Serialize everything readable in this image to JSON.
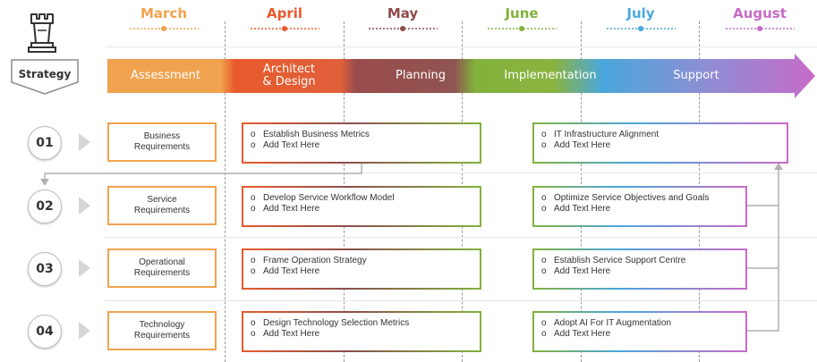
{
  "months": [
    {
      "label": "March",
      "color": "#f0a24f"
    },
    {
      "label": "April",
      "color": "#e85a2c"
    },
    {
      "label": "May",
      "color": "#8f4a4a"
    },
    {
      "label": "June",
      "color": "#82b23c"
    },
    {
      "label": "July",
      "color": "#4aa7dc"
    },
    {
      "label": "August",
      "color": "#c76bc8"
    }
  ],
  "strategy": {
    "label": "Strategy"
  },
  "phases": [
    {
      "label": "Assessment",
      "color": "#f0a24f"
    },
    {
      "label": "Architect\n& Design",
      "color": "#e85a2c"
    },
    {
      "label": "Planning",
      "color": "#9a4c4c"
    },
    {
      "label": "Implementation",
      "color": "#82b23c"
    },
    {
      "label": "Support",
      "color": "#4aa7dc"
    }
  ],
  "rows": [
    {
      "number": "01",
      "requirement": "Business\nRequirements",
      "mid": [
        "Establish Business Metrics",
        "Add Text Here"
      ],
      "right": [
        "IT Infrastructure Alignment",
        "Add Text Here"
      ]
    },
    {
      "number": "02",
      "requirement": "Service\nRequirements",
      "mid": [
        "Develop Service Workflow Model",
        "Add Text Here"
      ],
      "right": [
        "Optimize Service Objectives and Goals",
        "Add Text Here"
      ]
    },
    {
      "number": "03",
      "requirement": "Operational\nRequirements",
      "mid": [
        "Frame Operation Strategy",
        "Add Text Here"
      ],
      "right": [
        "Establish Service Support Centre",
        "Add Text Here"
      ]
    },
    {
      "number": "04",
      "requirement": "Technology\nRequirements",
      "mid": [
        "Design Technology Selection Metrics",
        "Add Text Here"
      ],
      "right": [
        "Adopt AI For IT Augmentation",
        "Add Text Here"
      ]
    }
  ],
  "bullet_char": "o"
}
